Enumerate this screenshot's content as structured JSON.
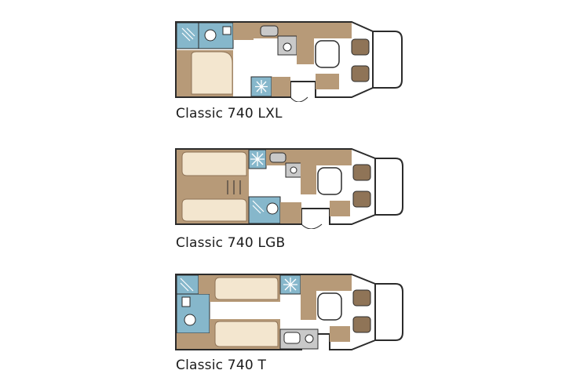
{
  "colors": {
    "outline": "#2b2b2b",
    "wood": "#b79a78",
    "wood_dark": "#8f7457",
    "cushion": "#f3e6cf",
    "bathroom": "#86b7cb",
    "floor": "#ffffff",
    "counter": "#c9c9c9"
  },
  "icons": {
    "shower": "shower-icon",
    "fridge": "snowflake-icon",
    "toilet": "toilet-icon",
    "sink": "sink-icon"
  },
  "plans": [
    {
      "label": "Classic 740 LXL"
    },
    {
      "label": "Classic 740 LGB"
    },
    {
      "label": "Classic 740 T"
    }
  ]
}
